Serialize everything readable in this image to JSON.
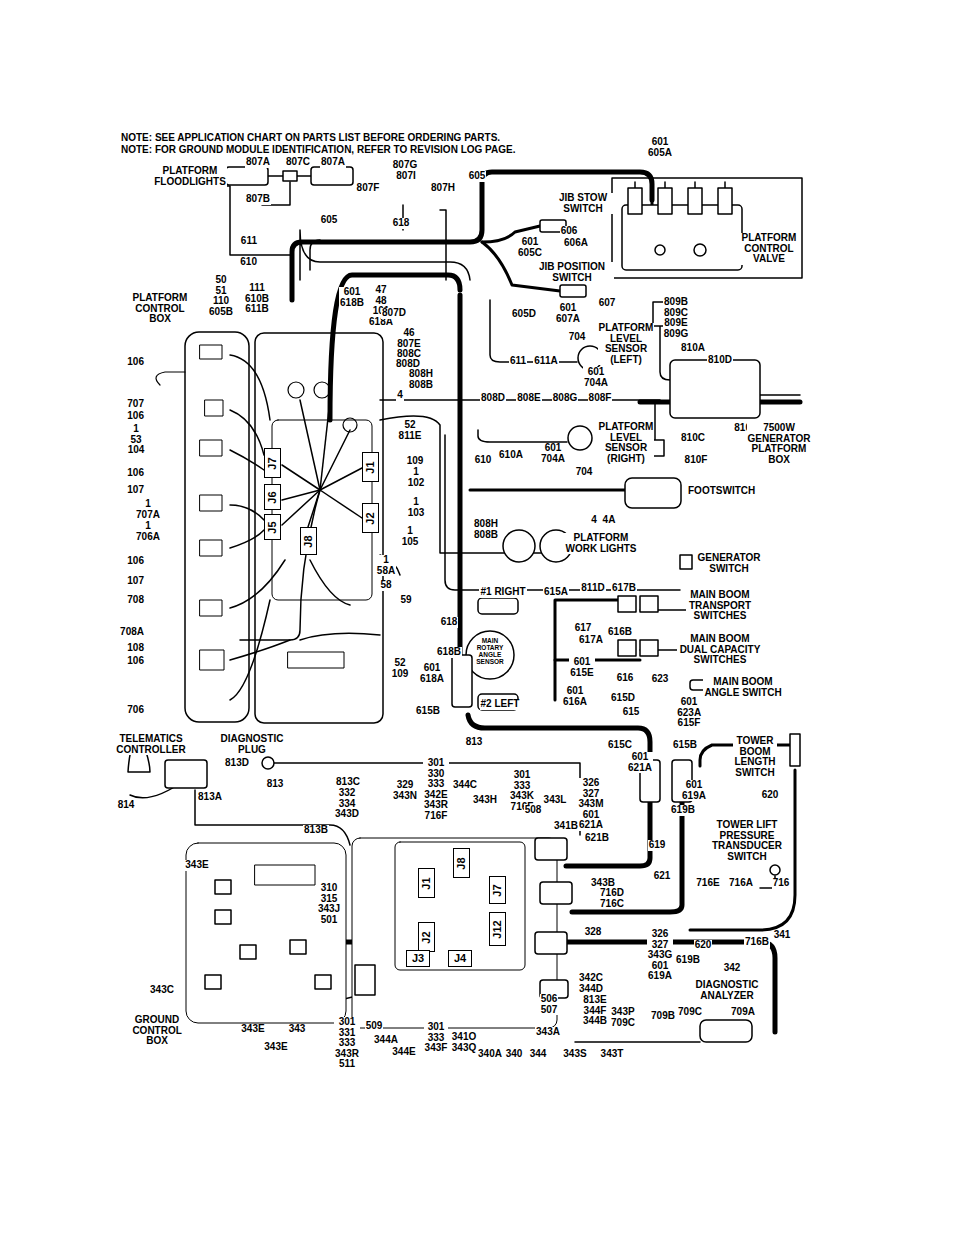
{
  "diagram": {
    "nodes": [
      {
        "text": [
          "J7"
        ]
      },
      {
        "text": [
          "J6"
        ]
      },
      {
        "text": [
          "J5"
        ]
      },
      {
        "text": [
          "J1"
        ]
      },
      {
        "text": [
          "J2"
        ]
      },
      {
        "text": [
          "J8"
        ]
      },
      {
        "text": [
          "J8"
        ]
      },
      {
        "text": [
          "J1"
        ]
      },
      {
        "text": [
          "J2"
        ]
      },
      {
        "text": [
          "J3"
        ]
      },
      {
        "text": [
          "J4"
        ]
      },
      {
        "text": [
          "J7"
        ]
      },
      {
        "text": [
          "J12"
        ]
      }
    ],
    "labels": [
      "NOTE: SEE APPLICATION CHART ON PARTS LIST BEFORE ORDERING PARTS.",
      "NOTE: FOR GROUND MODULE IDENTIFICATION, REFER TO REVISION LOG PAGE.",
      "601 605A",
      "807A",
      "807C",
      "807A",
      "PLATFORM FLOODLIGHTS",
      "807G",
      "807I",
      "807F",
      "807H",
      "807B",
      "605",
      "JIB STOW SWITCH",
      "605",
      "618",
      "606",
      "601 605C",
      "606A",
      "JIB POSITION SWITCH",
      "PLATFORM CONTROL VALVE",
      "611",
      "610",
      "50 51 110 605B",
      "111 610B 611B",
      "601 618B",
      "47 48 101 618A",
      "PLATFORM CONTROL BOX",
      "807D",
      "46 807E 808C",
      "808D",
      "808H 808B",
      "4",
      "605D",
      "601 607A",
      "607",
      "809B 809C 809E 809G",
      "810A",
      "810D",
      "PLATFORM LEVEL SENSOR (LEFT)",
      "704",
      "601 704A",
      "611",
      "611A",
      "808D",
      "808E",
      "808G",
      "808F",
      "52 811E",
      "810E",
      "7500W GENERATOR PLATFORM BOX",
      "810C",
      "810F",
      "PLATFORM LEVEL SENSOR (RIGHT)",
      "610",
      "610A",
      "601 704A",
      "704",
      "106",
      "707",
      "106",
      "1 53 104",
      "106",
      "107",
      "1 707A",
      "1 706A",
      "106",
      "107",
      "708",
      "708A",
      "108",
      "106",
      "706",
      "109",
      "1 102",
      "1 103",
      "1 105",
      "1 58A",
      "58",
      "59",
      "52 109",
      "FOOTSWITCH",
      "4",
      "4A",
      "808H 808B",
      "PLATFORM WORK LIGHTS",
      "GENERATOR SWITCH",
      "811D",
      "617B",
      "#1 RIGHT",
      "615A",
      "MAIN BOOM TRANSPORT SWITCHES",
      "618",
      "617",
      "617A",
      "616B",
      "MAIN BOOM DUAL CAPACITY SWITCHES",
      "MAIN ROTARY ANGLE SENSOR",
      "618B",
      "601 618A",
      "615B",
      "601 615E",
      "#2 LEFT",
      "616",
      "623",
      "MAIN BOOM ANGLE SWITCH",
      "601 616A",
      "615D",
      "601 623A 615F",
      "615",
      "TELEMATICS CONTROLLER",
      "DIAGNOSTIC PLUG",
      "813D",
      "813",
      "301 330 333 342E 343R 716F",
      "329 343N",
      "344C",
      "301 333 343K 716F",
      "343H",
      "343L",
      "615C",
      "601 621A",
      "615B",
      "TOWER BOOM LENGTH SWITCH",
      "813",
      "813C",
      "332 334 343D",
      "814",
      "813A",
      "813B",
      "326 327 343M 601 621A",
      "601 619A",
      "619B",
      "620",
      "508",
      "341B",
      "621B",
      "TOWER LIFT PRESSURE TRANSDUCER SWITCH",
      "619",
      "621",
      "716E",
      "716A",
      "716",
      "343B",
      "716D 716C",
      "343E",
      "310 315 343J 501",
      "341",
      "328",
      "326 327 343G 601 619A",
      "619B",
      "620",
      "342",
      "716B",
      "342C 344D",
      "813E 344F 344B",
      "DIAGNOSTIC ANALYZER",
      "709C",
      "709A",
      "709B",
      "343P 709C",
      "343C",
      "343E",
      "343",
      "343E",
      "301 331 333 343R 511",
      "509",
      "344A",
      "344E",
      "301 333 343F",
      "341O 343Q",
      "340A",
      "340",
      "344",
      "343A",
      "506 507",
      "343S",
      "343T",
      "GROUND CONTROL BOX"
    ]
  }
}
